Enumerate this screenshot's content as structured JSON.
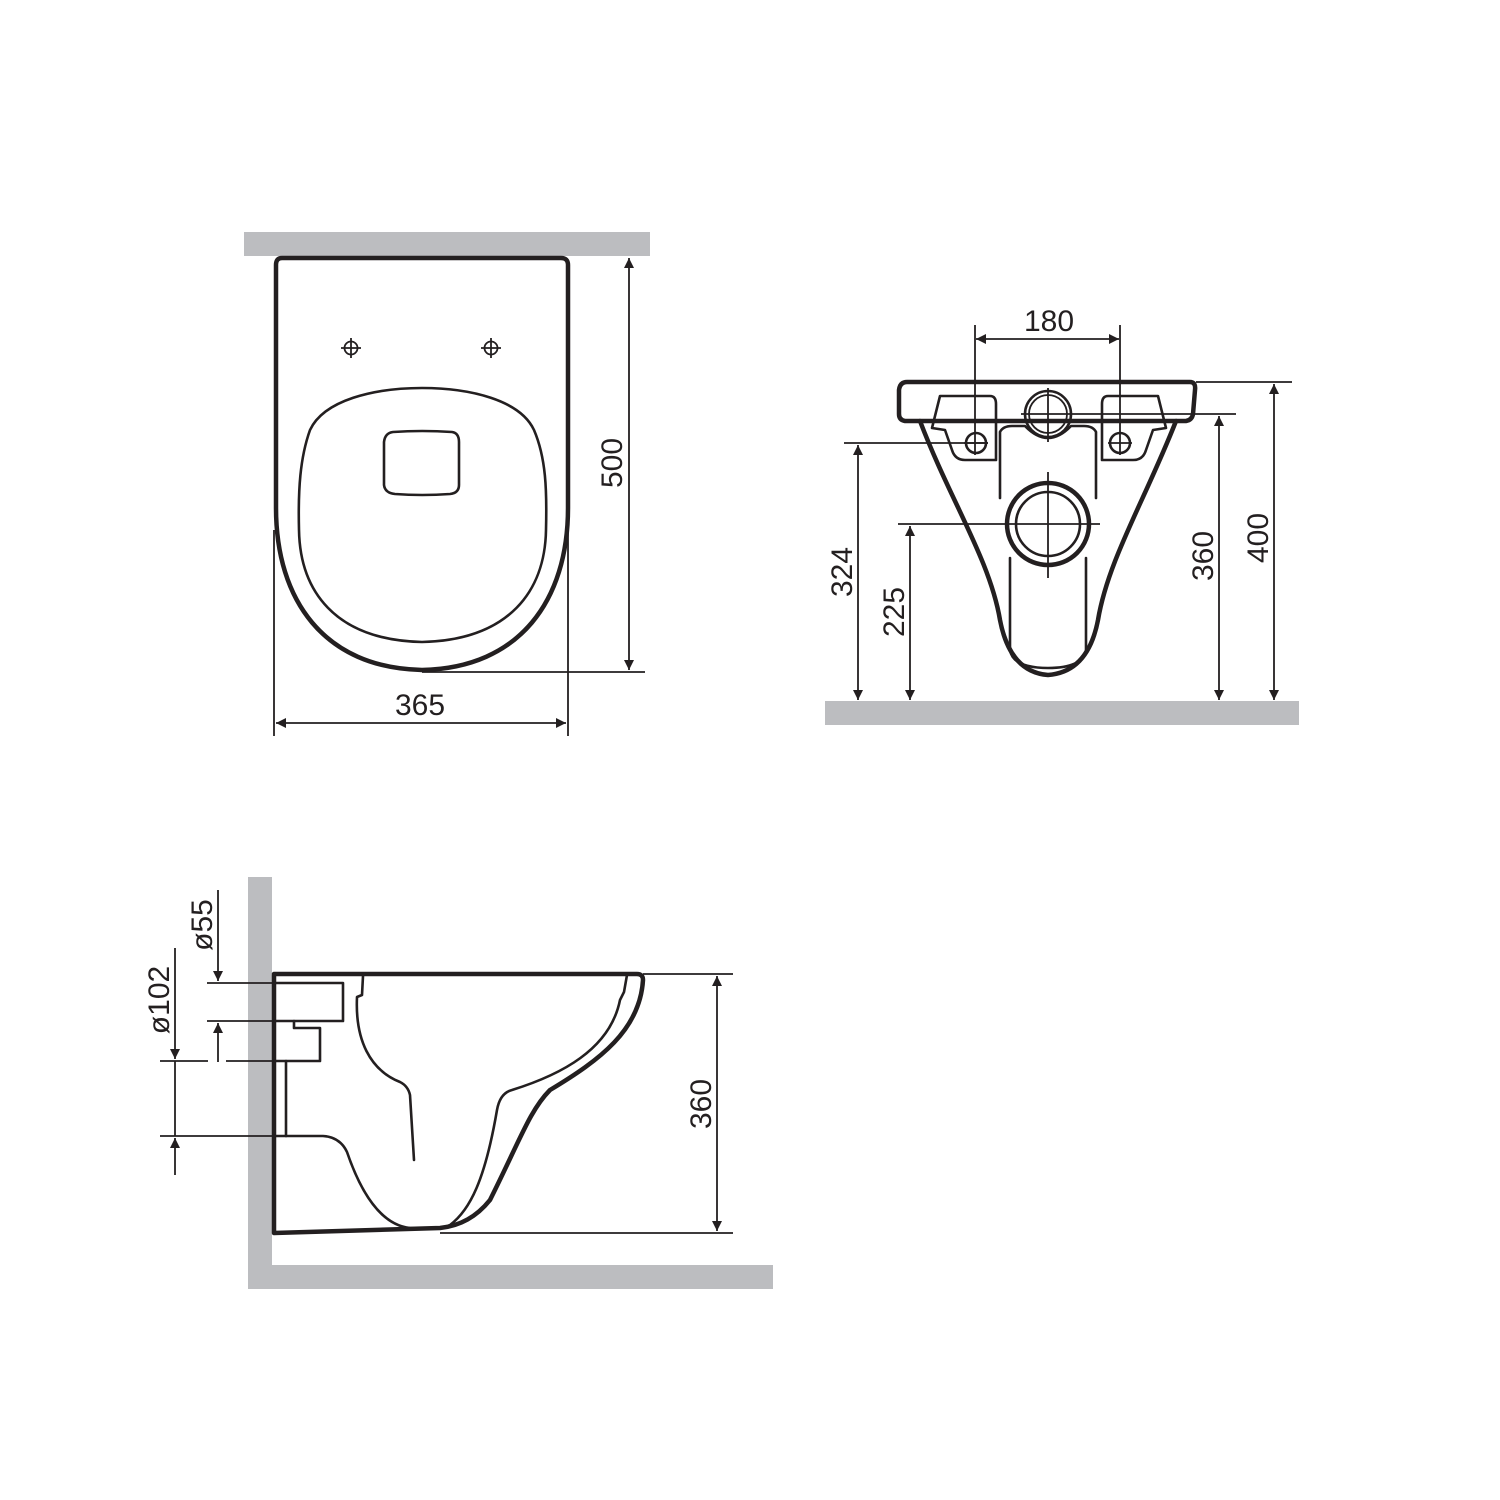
{
  "drawing": {
    "type": "technical-dimension-drawing",
    "subject": "wall-hung toilet bowl",
    "colors": {
      "line": "#231f20",
      "wall": "#bcbdc0",
      "background": "#ffffff"
    },
    "top_view": {
      "width_label": "365",
      "length_label": "500"
    },
    "front_view": {
      "fixing_spacing_label": "180",
      "fixing_height_label": "324",
      "outlet_height_label": "225",
      "inlet_height_label": "360",
      "total_height_label": "400"
    },
    "side_view": {
      "inlet_diameter_label": "ø55",
      "outlet_diameter_label": "ø102",
      "rim_height_label": "360"
    }
  }
}
